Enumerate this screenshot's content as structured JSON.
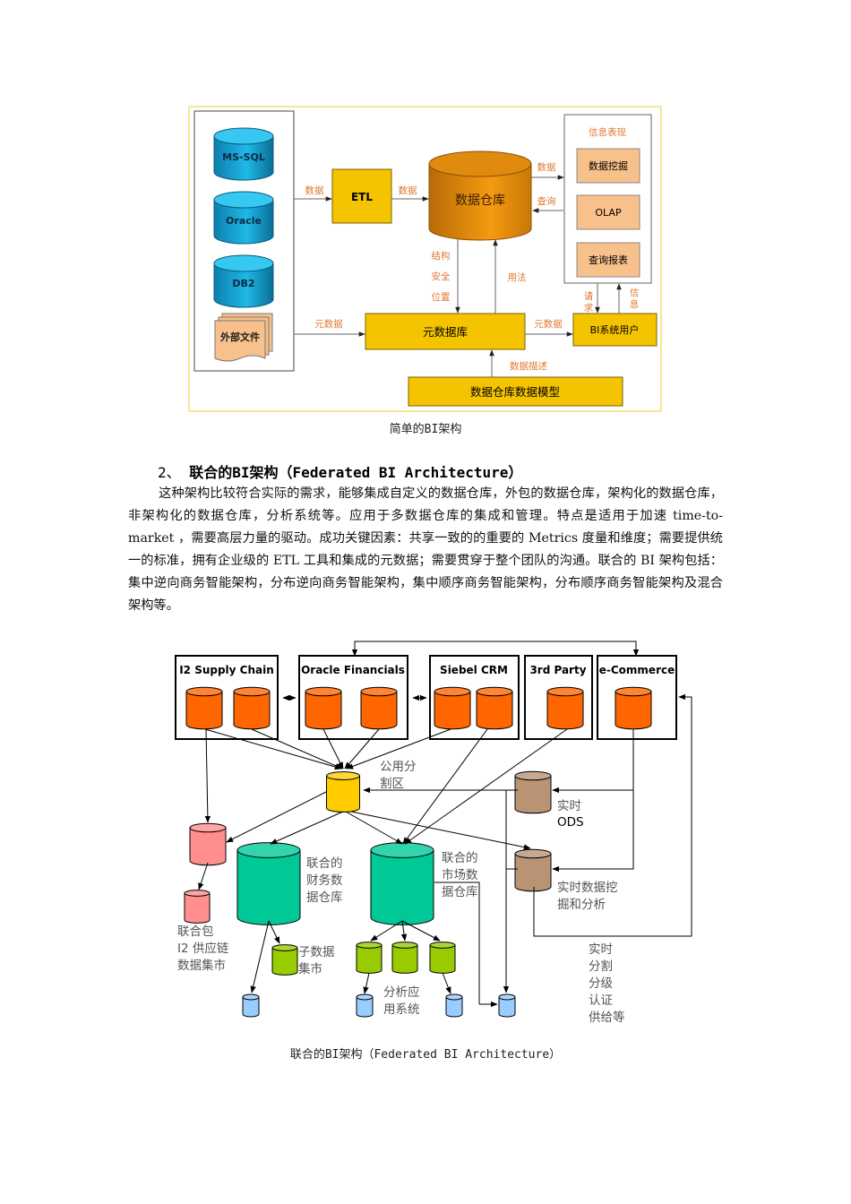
{
  "diagram1": {
    "sources": [
      "MS-SQL",
      "Oracle",
      "DB2"
    ],
    "external_file": "外部文件",
    "etl": "ETL",
    "warehouse": "数据仓库",
    "metadata_repo": "元数据库",
    "dw_model": "数据仓库数据模型",
    "bi_user": "BI系统用户",
    "info_panel": {
      "title": "信息表现",
      "items": [
        "数据挖掘",
        "OLAP",
        "查询报表"
      ]
    },
    "edge_labels": {
      "src_to_etl": "数据",
      "etl_to_dw": "数据",
      "dw_to_info": "数据",
      "info_to_dw": "查询",
      "dw_to_meta": [
        "结构",
        "安全",
        "位置"
      ],
      "meta_to_dw": "用法",
      "src_to_meta": "元数据",
      "meta_to_user": "元数据",
      "model_to_meta": "数据描述",
      "user_request": [
        "请",
        "求"
      ],
      "user_info": [
        "信",
        "息"
      ]
    },
    "colors": {
      "db_blue": "#1aa8d8",
      "warehouse_orange": "#d98a10",
      "box_yellow": "#f5c400",
      "panel_peach": "#f8c08a",
      "label_orange": "#e07830",
      "frame_yellow": "#f0e070"
    }
  },
  "caption1": "简单的BI架构",
  "section": {
    "number": "2、",
    "title": "联合的BI架构（Federated BI Architecture）",
    "paragraph": "这种架构比较符合实际的需求，能够集成自定义的数据仓库，外包的数据仓库，架构化的数据仓库，非架构化的数据仓库，分析系统等。应用于多数据仓库的集成和管理。特点是适用于加速 time-to-market ，需要高层力量的驱动。成功关键因素：共享一致的的重要的 Metrics 度量和维度；需要提供统一的标准，拥有企业级的 ETL 工具和集成的元数据；需要贯穿于整个团队的沟通。联合的 BI 架构包括：集中逆向商务智能架构，分布逆向商务智能架构，集中顺序商务智能架构，分布顺序商务智能架构及混合架构等。"
  },
  "diagram2": {
    "systems": [
      "I2 Supply Chain",
      "Oracle Financials",
      "Siebel CRM",
      "3rd Party",
      "e-Commerce"
    ],
    "common_staging": [
      "公用分",
      "割区"
    ],
    "realtime_ods": [
      "实时",
      "ODS"
    ],
    "realtime_mining": [
      "实时数据挖",
      "掘和分析"
    ],
    "fin_dw": [
      "联合的",
      "财务数",
      "据仓库"
    ],
    "mkt_dw": [
      "联合的",
      "市场数",
      "据仓库"
    ],
    "i2_mart": [
      "联合包",
      "I2 供应链",
      "数据集市"
    ],
    "sub_mart": [
      "子数据",
      "集市"
    ],
    "analysis_apps": [
      "分析应",
      "用系统"
    ],
    "realtime_notes": [
      "实时",
      "分割",
      "分级",
      "认证",
      "供给等"
    ],
    "colors": {
      "source_orange": "#ff6600",
      "staging_yellow": "#ffcc00",
      "pink": "#ff8f8f",
      "teal": "#00c896",
      "green": "#99cc00",
      "brown": "#b89474",
      "light_blue": "#99ccff"
    }
  },
  "caption2": "联合的BI架构（Federated BI Architecture）"
}
